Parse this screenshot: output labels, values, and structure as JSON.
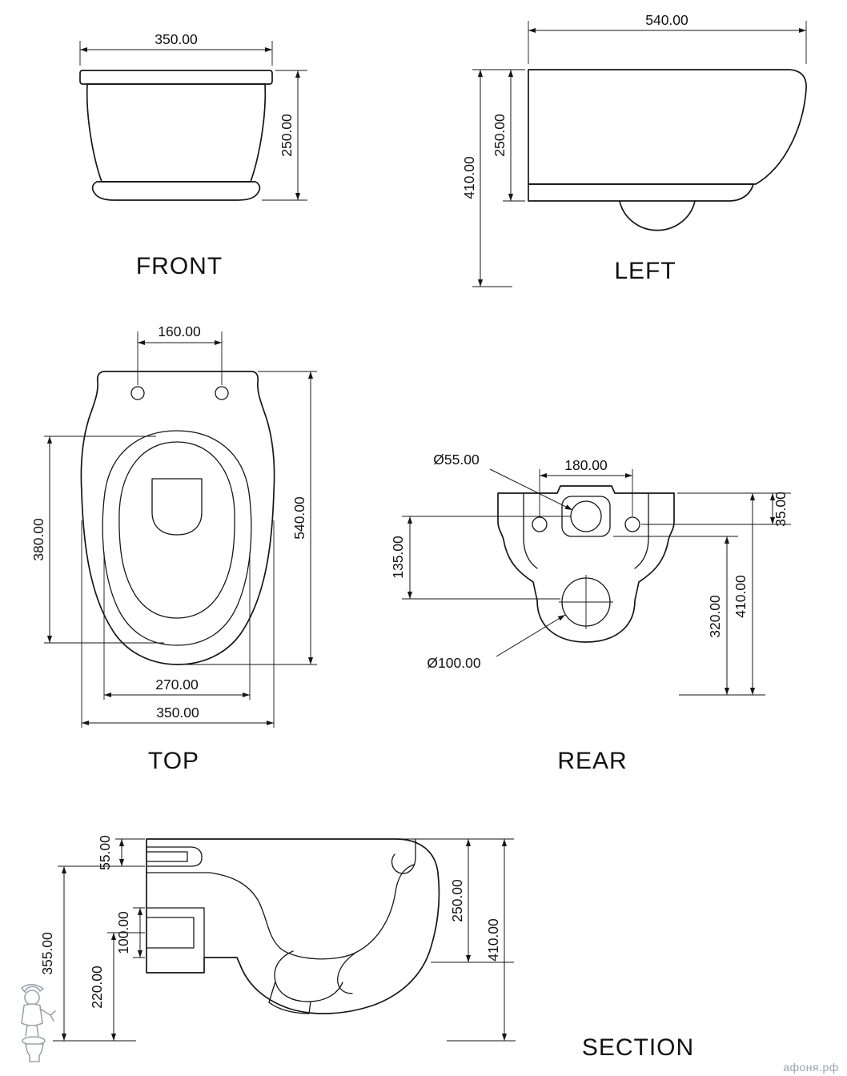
{
  "views": {
    "front": {
      "label": "FRONT",
      "dims": {
        "width": "350.00",
        "height": "250.00"
      }
    },
    "left": {
      "label": "LEFT",
      "dims": {
        "depth": "540.00",
        "bowl_height": "250.00",
        "total_height": "410.00"
      }
    },
    "top": {
      "label": "TOP",
      "dims": {
        "hinge_spacing": "160.00",
        "bowl_length": "380.00",
        "total_depth": "540.00",
        "inner_width": "270.00",
        "total_width": "350.00"
      }
    },
    "rear": {
      "label": "REAR",
      "dims": {
        "inlet_diameter": "Ø55.00",
        "fixing_spacing": "180.00",
        "top_offset": "35.00",
        "inlet_to_outlet": "135.00",
        "outlet_height": "320.00",
        "total_height": "410.00",
        "outlet_diameter": "Ø100.00"
      }
    },
    "section": {
      "label": "SECTION",
      "dims": {
        "rim_drop": "55.00",
        "spud_height": "100.00",
        "rim_to_floor": "355.00",
        "spud_center_height": "220.00",
        "bowl_height": "250.00",
        "total_height": "410.00"
      }
    }
  },
  "watermark": {
    "text": "афоня.рф"
  }
}
